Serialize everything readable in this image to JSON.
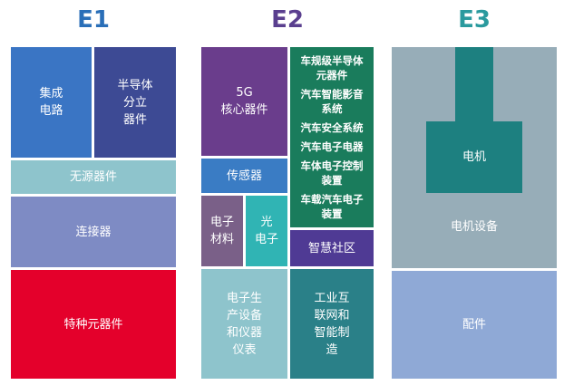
{
  "columns": {
    "e1": {
      "title": "E1",
      "title_color": "#2a6fb8",
      "blocks": {
        "integrated_circuit": "集成\n电路",
        "discrete_semiconductor": "半导体\n分立\n器件",
        "passive_components": "无源器件",
        "connectors": "连接器",
        "special_components": "特种元器件"
      }
    },
    "e2": {
      "title": "E2",
      "title_color": "#5a3f8f",
      "blocks": {
        "core_5g": "5G\n核心器件",
        "sensors": "传感器",
        "electronic_materials": "电子\n材料",
        "optoelectronics": "光\n电子",
        "smart_community": "智慧社区",
        "manufacturing_equipment": "电子生\n产设备\n和仪器\n仪表",
        "industrial_internet": "工业互\n联网和\n智能制\n造",
        "automotive_list": [
          "车规级半导体\n元器件",
          "汽车智能影音\n系统",
          "汽车安全系统",
          "汽车电子电器",
          "车体电子控制\n装置",
          "车载汽车电子\n装置"
        ]
      }
    },
    "e3": {
      "title": "E3",
      "title_color": "#2a9a9e",
      "blocks": {
        "motor": "电机",
        "motor_equipment": "电机设备",
        "parts": "配件"
      }
    }
  },
  "colors": {
    "dark_blue": "#3a75c4",
    "navy": "#3d4a94",
    "light_teal": "#8ec4cc",
    "periwinkle": "#7e8bc4",
    "red": "#e4002b",
    "purple": "#6a3d8c",
    "mid_blue": "#3a7cc4",
    "mauve": "#7a6088",
    "teal": "#30b4b4",
    "dark_green": "#1a7c5c",
    "grape": "#4f3a94",
    "pale_teal": "#8ec4cc",
    "deep_teal": "#2a8088",
    "gray_blue": "#97adb8",
    "light_blue": "#8fa9d6"
  }
}
